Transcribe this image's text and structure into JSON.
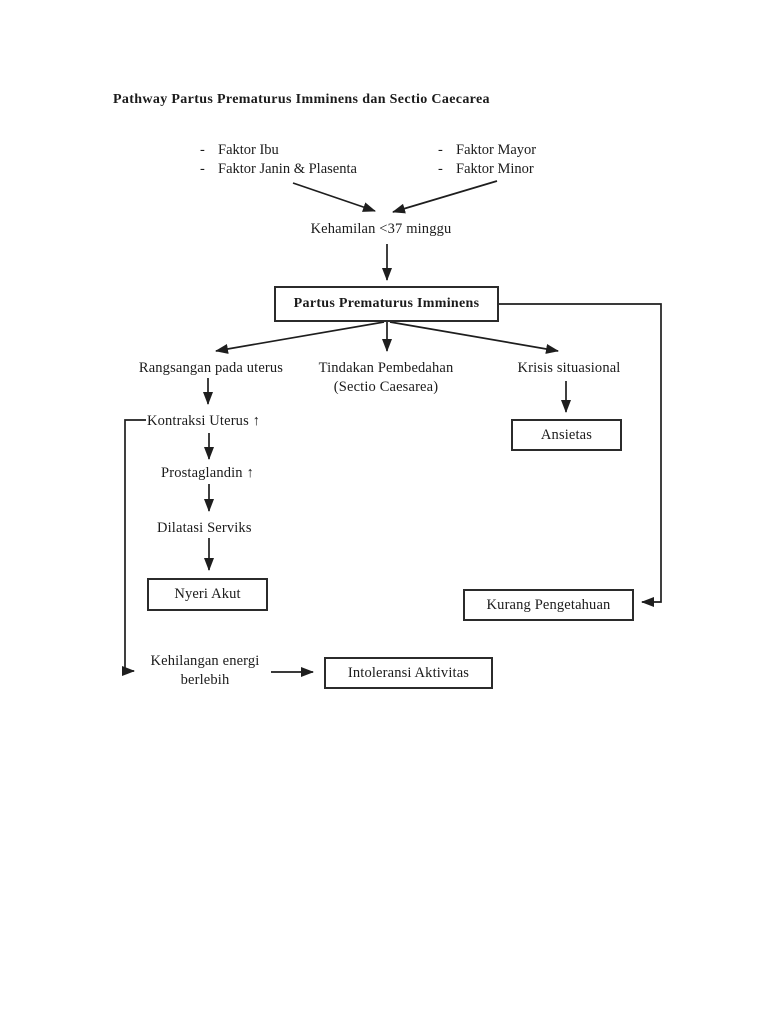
{
  "page": {
    "title": "Pathway Partus Prematurus Imminens dan Sectio Caecarea"
  },
  "diagram": {
    "bullet": "-",
    "factors_left": [
      "Faktor Ibu",
      "Faktor Janin & Plasenta"
    ],
    "factors_right": [
      "Faktor Mayor",
      "Faktor Minor"
    ],
    "nodes": {
      "kehamilan": "Kehamilan <37 minggu",
      "ppi": "Partus Prematurus Imminens",
      "rangsangan": "Rangsangan pada uterus",
      "tindakan_line1": "Tindakan Pembedahan",
      "tindakan_line2": "(Sectio Caesarea)",
      "krisis": "Krisis situasional",
      "kontraksi": "Kontraksi Uterus ↑",
      "prostaglandin": "Prostaglandin ↑",
      "dilatasi": "Dilatasi Serviks",
      "nyeri": "Nyeri Akut",
      "ansietas": "Ansietas",
      "kurang": "Kurang Pengetahuan",
      "kehilangan_line1": "Kehilangan energi",
      "kehilangan_line2": "berlebih",
      "intoleransi": "Intoleransi Aktivitas"
    },
    "colors": {
      "ink": "#1e1e1e",
      "paper": "#ffffff"
    }
  }
}
